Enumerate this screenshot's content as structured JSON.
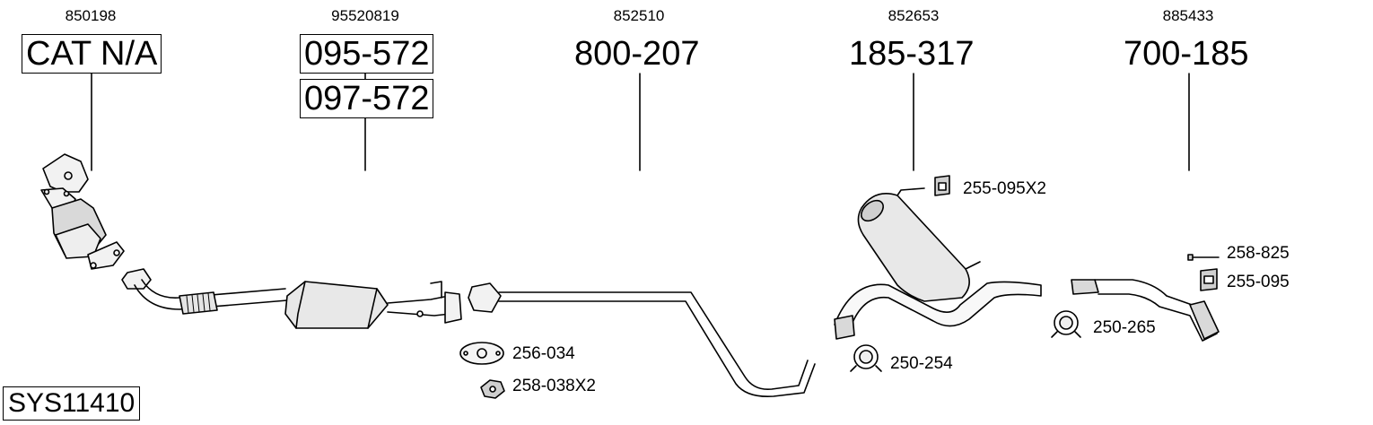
{
  "diagram": {
    "system_code": "SYS11410",
    "sections": [
      {
        "ref": "850198",
        "parts": [
          "CAT N/A"
        ],
        "boxed": true
      },
      {
        "ref": "95520819",
        "parts": [
          "095-572",
          "097-572"
        ],
        "boxed": true
      },
      {
        "ref": "852510",
        "parts": [
          "800-207"
        ],
        "boxed": false
      },
      {
        "ref": "852653",
        "parts": [
          "185-317"
        ],
        "boxed": false
      },
      {
        "ref": "885433",
        "parts": [
          "700-185"
        ],
        "boxed": false
      }
    ],
    "accessories": {
      "gasket": "256-034",
      "nut": "258-038X2",
      "rubber_mount_1": "255-095X2",
      "clamp_1": "250-254",
      "bolt": "258-825",
      "rubber_mount_2": "255-095",
      "clamp_2": "250-265"
    }
  }
}
